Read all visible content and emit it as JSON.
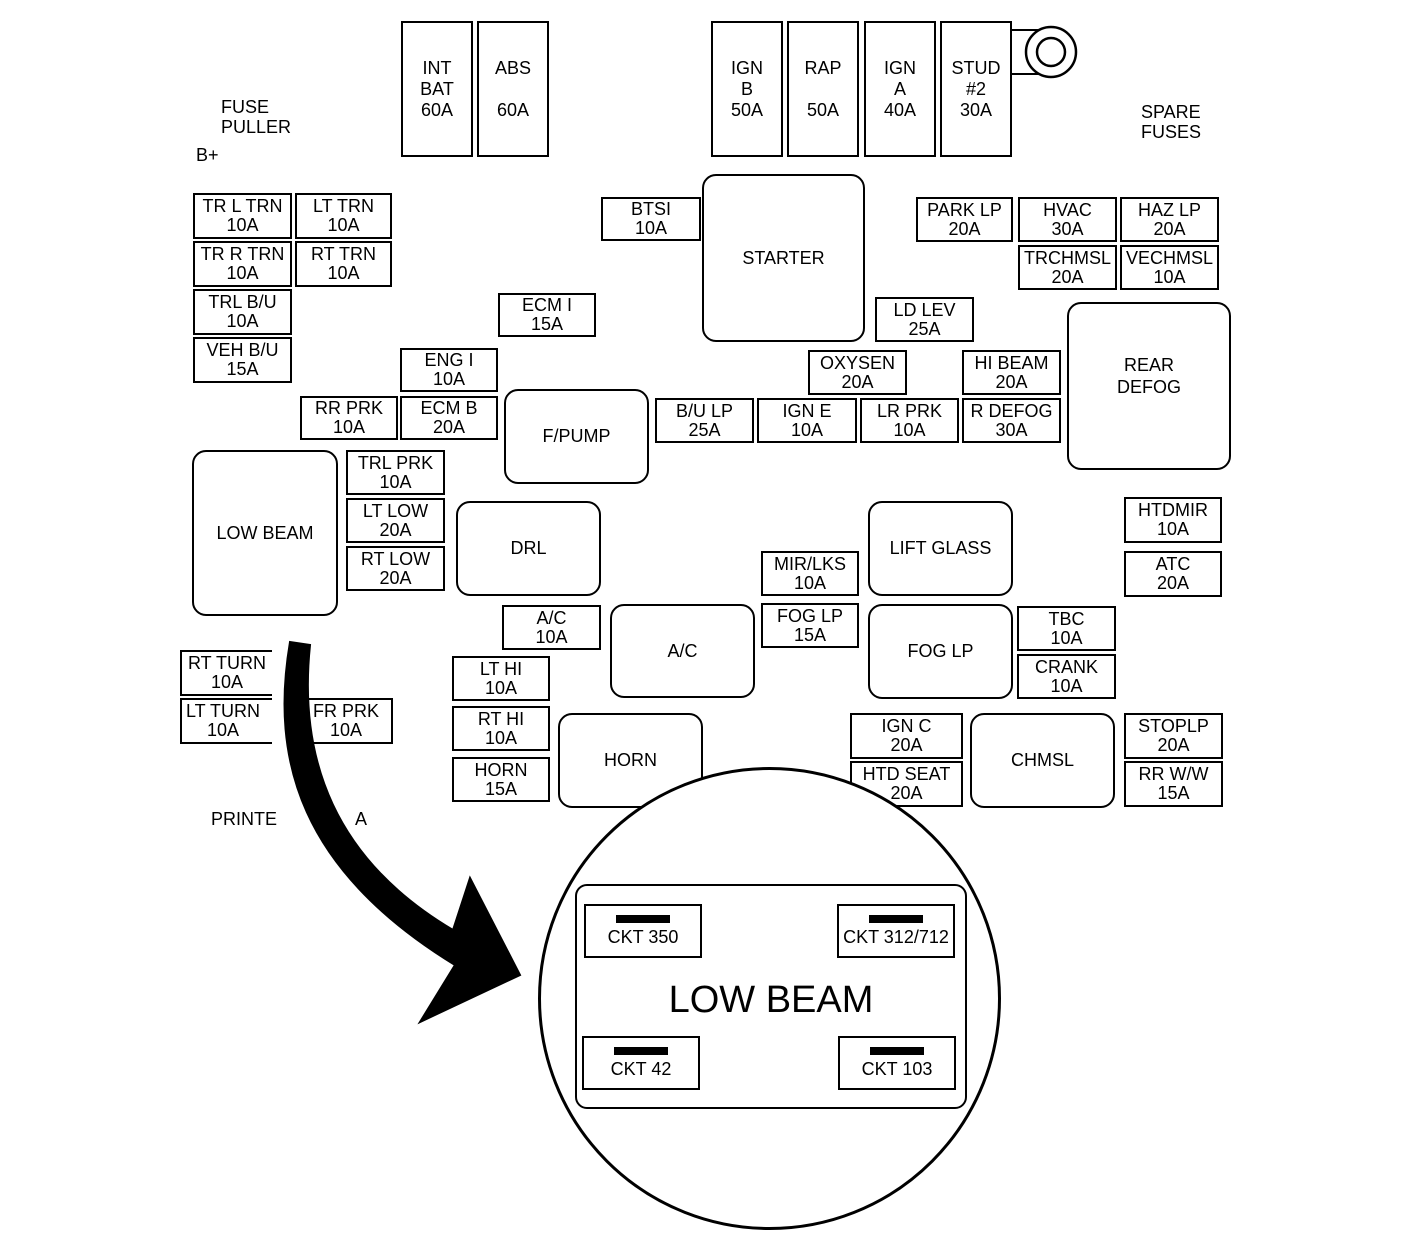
{
  "labels": {
    "fuse_puller": "FUSE\nPULLER",
    "b_plus": "B+",
    "spare_fuses": "SPARE\nFUSES",
    "printed": "PRINTE",
    "printed_tail": "A"
  },
  "maxi_fuses": [
    {
      "id": "int-bat",
      "text": "INT\nBAT\n60A"
    },
    {
      "id": "abs",
      "text": "ABS\n\n60A"
    },
    {
      "id": "ign-b",
      "text": "IGN\nB\n50A"
    },
    {
      "id": "rap",
      "text": "RAP\n\n50A"
    },
    {
      "id": "ign-a",
      "text": "IGN\nA\n40A"
    },
    {
      "id": "stud-2",
      "text": "STUD\n#2\n30A"
    }
  ],
  "fuses": [
    {
      "id": "tr-l-trn",
      "text": "TR L TRN\n10A"
    },
    {
      "id": "lt-trn",
      "text": "LT TRN\n10A"
    },
    {
      "id": "tr-r-trn",
      "text": "TR R TRN\n10A"
    },
    {
      "id": "rt-trn",
      "text": "RT TRN\n10A"
    },
    {
      "id": "trl-bu",
      "text": "TRL B/U\n10A"
    },
    {
      "id": "veh-bu",
      "text": "VEH B/U\n15A"
    },
    {
      "id": "btsi",
      "text": "BTSI\n10A"
    },
    {
      "id": "ecm-i",
      "text": "ECM I\n15A"
    },
    {
      "id": "eng-i",
      "text": "ENG I\n10A"
    },
    {
      "id": "rr-prk",
      "text": "RR PRK\n10A"
    },
    {
      "id": "ecm-b",
      "text": "ECM B\n20A"
    },
    {
      "id": "bu-lp",
      "text": "B/U LP\n25A"
    },
    {
      "id": "ign-e",
      "text": "IGN E\n10A"
    },
    {
      "id": "lr-prk",
      "text": "LR PRK\n10A"
    },
    {
      "id": "r-defog",
      "text": "R DEFOG\n30A"
    },
    {
      "id": "oxysen",
      "text": "OXYSEN\n20A"
    },
    {
      "id": "hi-beam",
      "text": "HI BEAM\n20A"
    },
    {
      "id": "ld-lev",
      "text": "LD LEV\n25A"
    },
    {
      "id": "park-lp",
      "text": "PARK LP\n20A"
    },
    {
      "id": "hvac",
      "text": "HVAC\n30A"
    },
    {
      "id": "haz-lp",
      "text": "HAZ LP\n20A"
    },
    {
      "id": "trchmsl",
      "text": "TRCHMSL\n20A"
    },
    {
      "id": "vechmsl",
      "text": "VECHMSL\n10A"
    },
    {
      "id": "trl-prk",
      "text": "TRL PRK\n10A"
    },
    {
      "id": "lt-low",
      "text": "LT LOW\n20A"
    },
    {
      "id": "rt-low",
      "text": "RT LOW\n20A"
    },
    {
      "id": "mir-lks",
      "text": "MIR/LKS\n10A"
    },
    {
      "id": "fog-lp-fuse",
      "text": "FOG LP\n15A"
    },
    {
      "id": "htdmir",
      "text": "HTDMIR\n10A"
    },
    {
      "id": "atc",
      "text": "ATC\n20A"
    },
    {
      "id": "ac-fuse",
      "text": "A/C\n10A"
    },
    {
      "id": "tbc",
      "text": "TBC\n10A"
    },
    {
      "id": "crank",
      "text": "CRANK\n10A"
    },
    {
      "id": "rt-turn",
      "text": "RT TURN\n10A"
    },
    {
      "id": "lt-turn",
      "text": "LT TURN\n10A"
    },
    {
      "id": "fr-prk",
      "text": "FR PRK\n10A"
    },
    {
      "id": "lt-hi",
      "text": "LT HI\n10A"
    },
    {
      "id": "rt-hi",
      "text": "RT HI\n10A"
    },
    {
      "id": "horn-fuse",
      "text": "HORN\n15A"
    },
    {
      "id": "ign-c",
      "text": "IGN C\n20A"
    },
    {
      "id": "htd-seat",
      "text": "HTD SEAT\n20A"
    },
    {
      "id": "stoplp",
      "text": "STOPLP\n20A"
    },
    {
      "id": "rr-ww",
      "text": "RR W/W\n15A"
    }
  ],
  "relays": [
    {
      "id": "starter",
      "text": "STARTER"
    },
    {
      "id": "rear-defog",
      "text": "REAR\nDEFOG"
    },
    {
      "id": "f-pump",
      "text": "F/PUMP"
    },
    {
      "id": "low-beam",
      "text": "LOW BEAM"
    },
    {
      "id": "drl",
      "text": "DRL"
    },
    {
      "id": "lift-glass",
      "text": "LIFT GLASS"
    },
    {
      "id": "ac-relay",
      "text": "A/C"
    },
    {
      "id": "fog-lp-relay",
      "text": "FOG LP"
    },
    {
      "id": "horn-relay",
      "text": "HORN"
    },
    {
      "id": "chmsl",
      "text": "CHMSL"
    }
  ],
  "detail": {
    "title": "LOW BEAM",
    "terminals": [
      "CKT 350",
      "CKT 312/712",
      "CKT 42",
      "CKT 103"
    ]
  }
}
